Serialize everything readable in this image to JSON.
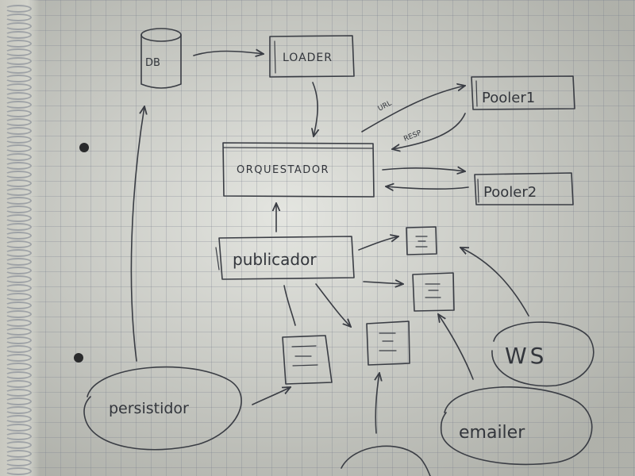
{
  "diagram": {
    "db": "DB",
    "loader": "LOADER",
    "orquestador": "ORQUESTADOR",
    "pooler1": "Pooler1",
    "pooler2": "Pooler2",
    "url": "URL",
    "resp": "RESP",
    "publicador": "publicador",
    "persistidor": "persistidor",
    "ws": "WS",
    "emailer": "emailer"
  }
}
